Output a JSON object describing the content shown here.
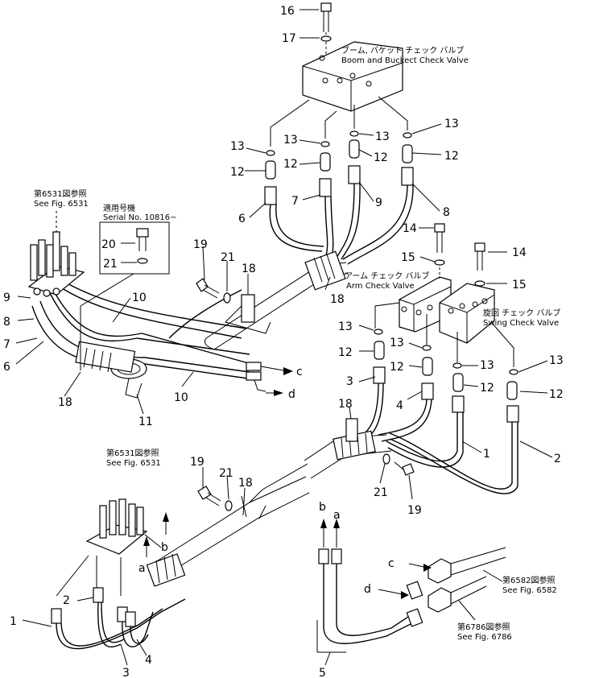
{
  "callouts": {
    "c1": "1",
    "c2": "2",
    "c3": "3",
    "c4": "4",
    "c5": "5",
    "c6": "6",
    "c7": "7",
    "c8": "8",
    "c9": "9",
    "c10": "10",
    "c11": "11",
    "c12": "12",
    "c13": "13",
    "c14": "14",
    "c15": "15",
    "c16": "16",
    "c17": "17",
    "c18": "18",
    "c19": "19",
    "c20": "20",
    "c21": "21",
    "a": "a",
    "b": "b",
    "c": "c",
    "d": "d"
  },
  "notes": {
    "boom_jp": "ブーム, バケット チェック バルブ",
    "boom_en": "Boom and Buckect Check Valve",
    "arm_jp": "アーム チェック バルブ",
    "arm_en": "Arm Check Valve",
    "swing_jp": "旋回 チェック バルブ",
    "swing_en": "Swing Check Valve",
    "fig6531_jp": "第6531図参照",
    "fig6531_en": "See Fig. 6531",
    "serial_jp": "適用号機",
    "serial_en": "Serial No. 10816~",
    "fig6582_jp": "第6582図参照",
    "fig6582_en": "See Fig. 6582",
    "fig6786_jp": "第6786図参照",
    "fig6786_en": "See Fig. 6786"
  }
}
